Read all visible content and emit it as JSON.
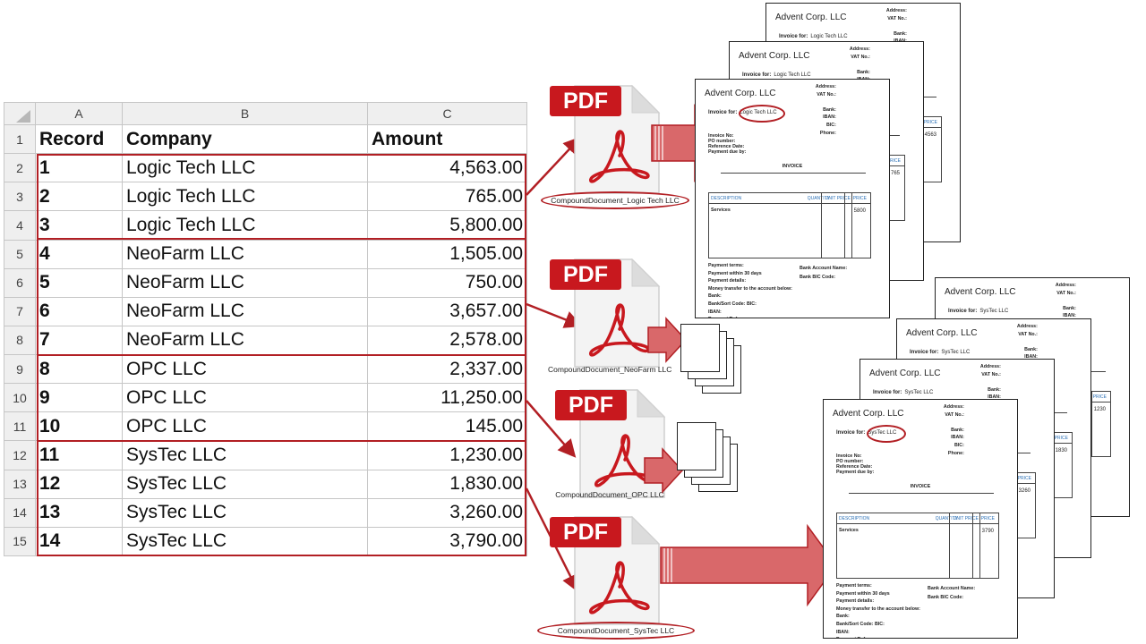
{
  "spreadsheet": {
    "columns": [
      "A",
      "B",
      "C"
    ],
    "header": {
      "row_number": "1",
      "record": "Record",
      "company": "Company",
      "amount": "Amount"
    },
    "rows": [
      {
        "n": "2",
        "record": "1",
        "company": "Logic Tech LLC",
        "amount": "4,563.00"
      },
      {
        "n": "3",
        "record": "2",
        "company": "Logic Tech LLC",
        "amount": "765.00"
      },
      {
        "n": "4",
        "record": "3",
        "company": "Logic Tech LLC",
        "amount": "5,800.00"
      },
      {
        "n": "5",
        "record": "4",
        "company": "NeoFarm LLC",
        "amount": "1,505.00"
      },
      {
        "n": "6",
        "record": "5",
        "company": "NeoFarm LLC",
        "amount": "750.00"
      },
      {
        "n": "7",
        "record": "6",
        "company": "NeoFarm LLC",
        "amount": "3,657.00"
      },
      {
        "n": "8",
        "record": "7",
        "company": "NeoFarm LLC",
        "amount": "2,578.00"
      },
      {
        "n": "9",
        "record": "8",
        "company": "OPC LLC",
        "amount": "2,337.00"
      },
      {
        "n": "10",
        "record": "9",
        "company": "OPC LLC",
        "amount": "11,250.00"
      },
      {
        "n": "11",
        "record": "10",
        "company": "OPC LLC",
        "amount": "145.00"
      },
      {
        "n": "12",
        "record": "11",
        "company": "SysTec LLC",
        "amount": "1,230.00"
      },
      {
        "n": "13",
        "record": "12",
        "company": "SysTec LLC",
        "amount": "1,830.00"
      },
      {
        "n": "14",
        "record": "13",
        "company": "SysTec LLC",
        "amount": "3,260.00"
      },
      {
        "n": "15",
        "record": "14",
        "company": "SysTec LLC",
        "amount": "3,790.00"
      }
    ]
  },
  "pdf_badge": "PDF",
  "documents": [
    {
      "caption": "CompoundDocument_Logic Tech LLC"
    },
    {
      "caption": "CompoundDocument_NeoFarm LLC"
    },
    {
      "caption": "CompoundDocument_OPC LLC"
    },
    {
      "caption": "CompoundDocument_SysTec LLC"
    }
  ],
  "invoice": {
    "company": "Advent Corp. LLC",
    "address_label": "Address:",
    "vat_label": "VAT No.:",
    "bank_label": "Bank:",
    "iban_label": "IBAN:",
    "bic_label": "BIC:",
    "phone_label": "Phone:",
    "invoice_for_label": "Invoice for:",
    "invoice_no_label": "Invoice No:",
    "po_label": "PO number:",
    "ref_date_label": "Reference Date:",
    "due_label": "Payment due by:",
    "title": "INVOICE",
    "col_description": "DESCRIPTION",
    "col_quantity": "QUANTITY",
    "col_unit_price": "UNIT PRICE",
    "col_price": "PRICE",
    "services_label": "Services",
    "payment_terms_label": "Payment terms:",
    "payment_within": "Payment within 30 days",
    "payment_details_label": "Payment details:",
    "money_transfer": "Money transfer to the account below:",
    "bank_sort_label": "Bank/Sort Code: BIC:",
    "payment_reference_label": "Payment Reference:",
    "bank_account_name_label": "Bank Account Name:",
    "bank_bic_code_label": "Bank BIC Code:"
  },
  "invoice_stacks": [
    {
      "customer": "Logic Tech LLC",
      "prices": [
        "4563",
        "765",
        "5800"
      ]
    },
    {
      "customer": "SysTec LLC",
      "prices": [
        "1230",
        "1830",
        "3260",
        "3790"
      ]
    }
  ],
  "colors": {
    "accent_red": "#b21f24",
    "arrow_fill": "#d9686a",
    "pdf_red": "#c8181e",
    "grid": "#c6c6c6",
    "header_gray": "#efefef",
    "link_blue": "#2a6fb5"
  }
}
